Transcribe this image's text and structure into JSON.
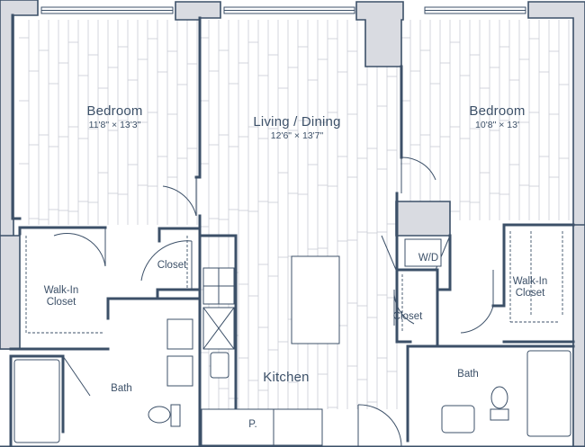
{
  "plan": {
    "wall_color": "#3c5068",
    "fill_color": "#d9dbe1",
    "floor_line_color": "#c8ccd4"
  },
  "rooms": {
    "bedroom_left": {
      "name": "Bedroom",
      "dims": "11'8\" × 13'3\""
    },
    "living_dining": {
      "name": "Living / Dining",
      "dims": "12'6\" × 13'7\""
    },
    "bedroom_right": {
      "name": "Bedroom",
      "dims": "10'8\" × 13'"
    },
    "closet_left": {
      "name": "Closet"
    },
    "walk_in_closet_left": {
      "line1": "Walk-In",
      "line2": "Closet"
    },
    "bath_left": {
      "name": "Bath"
    },
    "kitchen": {
      "name": "Kitchen"
    },
    "pantry": {
      "name": "P."
    },
    "washer_dryer": {
      "name": "W/D"
    },
    "closet_right": {
      "name": "Closet"
    },
    "walk_in_closet_right": {
      "line1": "Walk-In",
      "line2": "Closet"
    },
    "bath_right": {
      "name": "Bath"
    }
  }
}
